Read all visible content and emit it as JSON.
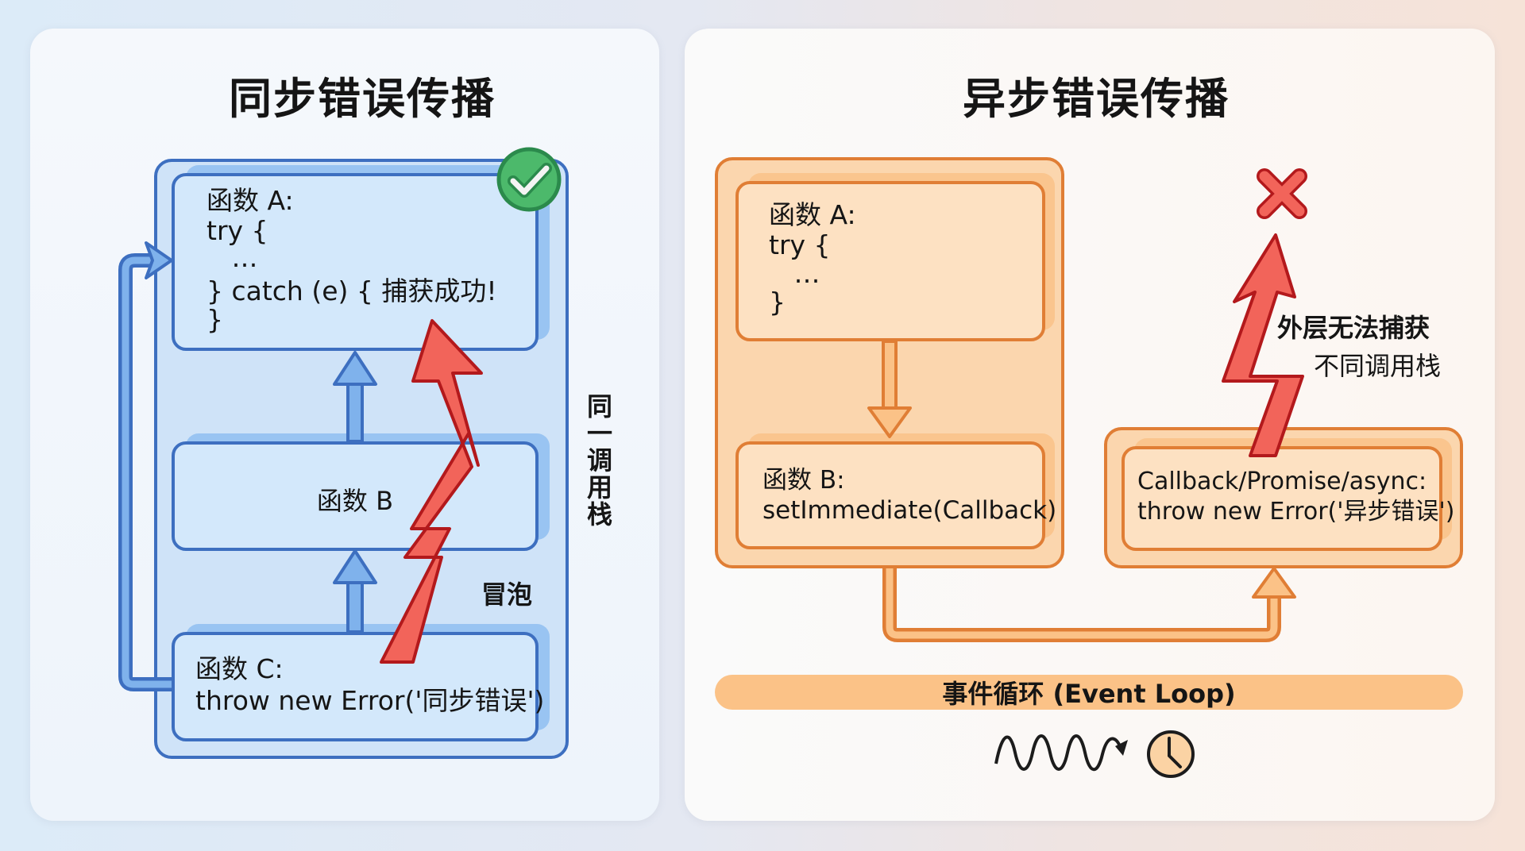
{
  "left_panel": {
    "title": "同步错误传播",
    "function_a": {
      "label": "函数 A:",
      "code_lines": [
        "try {",
        "   …",
        "} catch (e) { 捕获成功!",
        "}"
      ]
    },
    "function_b": {
      "label": "函数 B"
    },
    "function_c": {
      "label": "函数 C:",
      "code": "throw new Error('同步错误')"
    },
    "bubble_label": "冒泡",
    "stack_label": "同一调用栈",
    "status_icon": "check-circle-icon",
    "colors": {
      "frame": "#3d6fc0",
      "fill": "#d3e8fb",
      "success": "#2e9a58",
      "error": "#f2645a"
    }
  },
  "right_panel": {
    "title": "异步错误传播",
    "function_a": {
      "label": "函数 A:",
      "code_lines": [
        "try {",
        "   …",
        "}"
      ]
    },
    "function_b": {
      "label": "函数 B:",
      "code": "setImmediate(Callback)"
    },
    "callback_box": {
      "label": "Callback/Promise/async:",
      "code": "throw new Error('异步错误')"
    },
    "cannot_catch_label": "外层无法捕获",
    "different_stack_label": "不同调用栈",
    "event_loop_label": "事件循环 (Event Loop)",
    "status_icon": "x-mark-icon",
    "timer_icons": [
      "wave-icon",
      "clock-icon"
    ],
    "colors": {
      "frame": "#e07e35",
      "fill": "#fde1c2",
      "bar": "#fbc287",
      "error": "#f2645a"
    }
  }
}
